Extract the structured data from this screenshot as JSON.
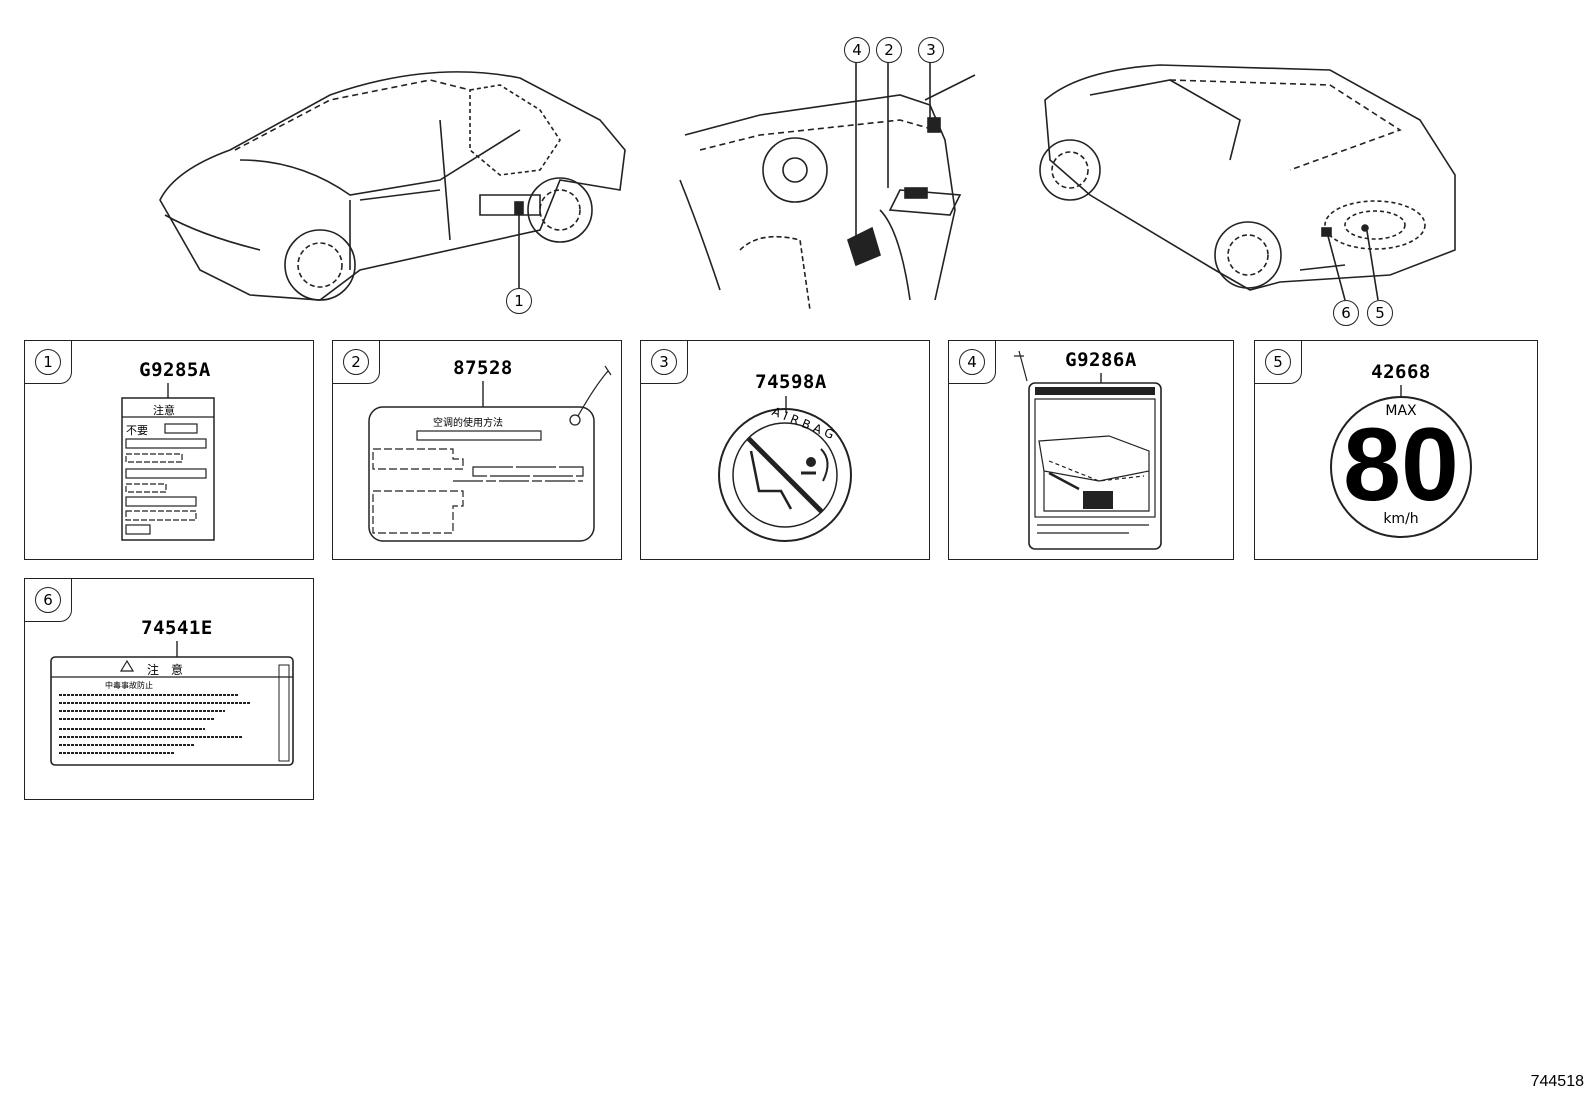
{
  "callouts": [
    "1",
    "2",
    "3",
    "4",
    "5",
    "6"
  ],
  "panels": [
    {
      "num": "1",
      "part": "G9285A",
      "heading": "注意",
      "line": "不要"
    },
    {
      "num": "2",
      "part": "87528",
      "heading": "空调的使用方法"
    },
    {
      "num": "3",
      "part": "74598A",
      "badge": "AIRBAG"
    },
    {
      "num": "4",
      "part": "G9286A"
    },
    {
      "num": "5",
      "part": "42668",
      "top": "MAX",
      "speed": "80",
      "unit": "km/h"
    },
    {
      "num": "6",
      "part": "74541E",
      "heading": "注　意",
      "sub": "中毒事故防止"
    }
  ],
  "ref_code": "744518",
  "colors": {
    "line": "#222222",
    "background": "#ffffff"
  }
}
